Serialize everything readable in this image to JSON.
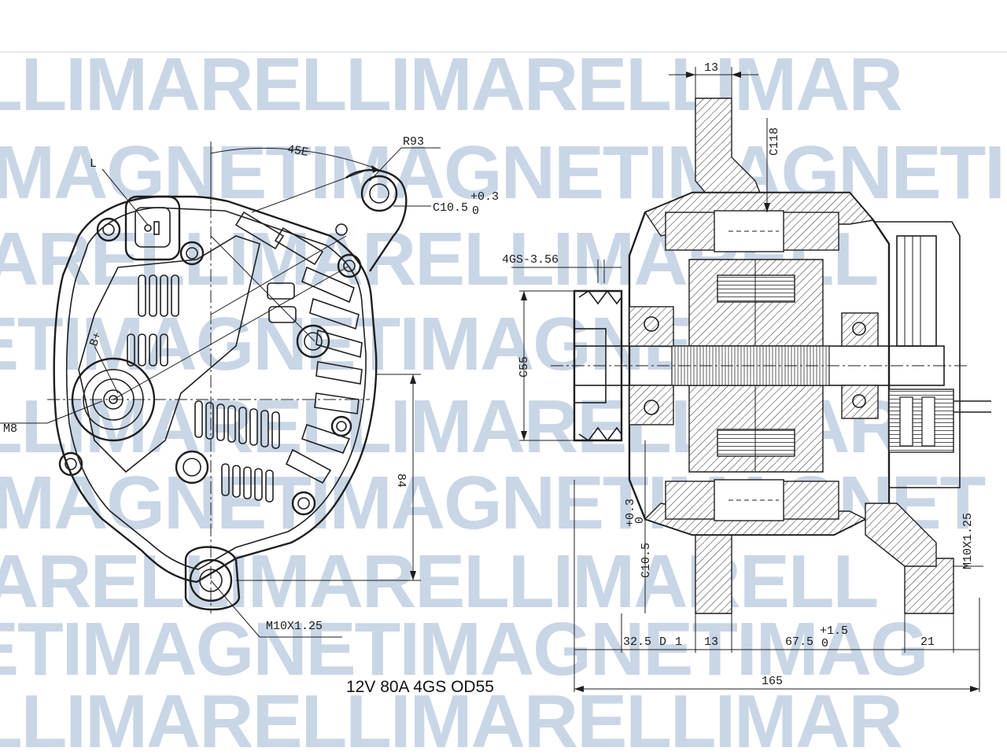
{
  "watermark": {
    "rows": [
      "LLIMARELLIMARELLIMAR",
      "MAGNETIMAGNETIMAGNETI",
      "ARELLIMARELLIMARELL",
      "ETIMAGNETIMAGNETIM",
      "LLIMARELLIMARELLIMAR",
      "MAGNETIMAGNETIMAGNET",
      "ARELLIMARELLIMARELL",
      "ETIMAGNETIMAGNETIMAG",
      "LLIMARELLIMARELLIMAR"
    ],
    "color": "#c9d6e6"
  },
  "front_view": {
    "label_L": "L",
    "label_45E": "45E",
    "label_R93": "R93",
    "label_C10_main": "C10.5",
    "label_C10_tol": "+0.3",
    "label_C10_tol_low": "0",
    "label_B": "B+",
    "label_M8": "M8",
    "label_84": "84",
    "label_M10": "M10X1.25"
  },
  "side_view": {
    "label_13_top": "13",
    "label_C118": "C118",
    "label_4GS": "4GS-3.56",
    "label_C55": "C55",
    "label_C10_side": "C10.5",
    "label_C10_side_tol": "+0.3",
    "label_C10_side_tol_low": "0",
    "label_M10_side": "M10X1.25",
    "label_32_5": "32.5",
    "label_D": "D",
    "label_1": "1",
    "label_13_bottom": "13",
    "label_67_5": "67.5",
    "label_67_5_tol": "+1.5",
    "label_67_5_tol_low": "0",
    "label_21": "21",
    "label_165": "165"
  },
  "spec_text": "12V 80A 4GS OD55"
}
